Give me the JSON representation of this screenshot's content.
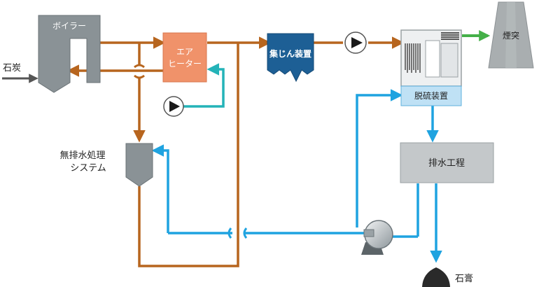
{
  "labels": {
    "boiler": "ボイラー",
    "coal": "石炭",
    "air_heater_line1": "エア",
    "air_heater_line2": "ヒーター",
    "dust_collector": "集じん装置",
    "desulfurizer": "脱硫装置",
    "stack": "煙突",
    "zero_discharge_line1": "無排水処理",
    "zero_discharge_line2": "システム",
    "drainage": "排水工程",
    "gypsum": "石膏"
  },
  "colors": {
    "flue_gas_line": "#b7651e",
    "water_line": "#1fa3e0",
    "air_line": "#24b3b8",
    "exhaust_arrow": "#44b048",
    "boiler": "#8a9296",
    "air_heater": "#f0926a",
    "dust_collector": "#1d5f95",
    "desulfurizer_base": "#bfe1f5",
    "drainage_box": "#c4c8ca",
    "stack": "#a9aeb0",
    "gypsum": "#2a2a2a"
  }
}
